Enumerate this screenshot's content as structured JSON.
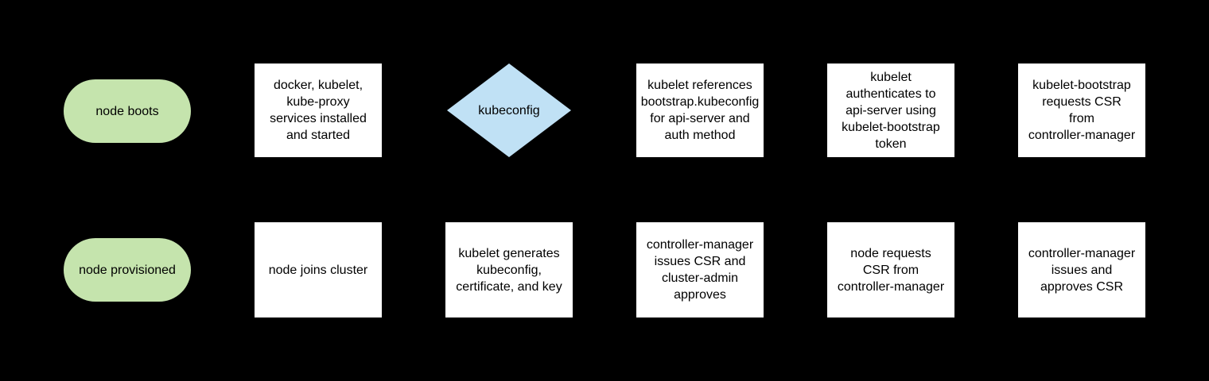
{
  "colors": {
    "background": "#000000",
    "terminator_fill": "#c5e4ad",
    "process_fill": "#ffffff",
    "decision_fill": "#c0e1f5",
    "text": "#000000"
  },
  "nodes": {
    "node_boots": {
      "type": "terminator",
      "label": "node boots"
    },
    "services_installed": {
      "type": "process",
      "label": "docker, kubelet,\nkube-proxy\nservices installed\nand started"
    },
    "kubeconfig_decision": {
      "type": "decision",
      "label": "kubeconfig"
    },
    "kubelet_references": {
      "type": "process",
      "label": "kubelet references\nbootstrap.kubeconfig\nfor api-server and\nauth method"
    },
    "kubelet_authenticates": {
      "type": "process",
      "label": "kubelet\nauthenticates to\napi-server using\nkubelet-bootstrap\ntoken"
    },
    "bootstrap_requests_csr": {
      "type": "process",
      "label": "kubelet-bootstrap\nrequests CSR\nfrom\ncontroller-manager"
    },
    "node_provisioned": {
      "type": "terminator",
      "label": "node provisioned"
    },
    "node_joins_cluster": {
      "type": "process",
      "label": "node joins cluster"
    },
    "kubelet_generates": {
      "type": "process",
      "label": "kubelet generates\nkubeconfig,\ncertificate, and key"
    },
    "cm_issues_csr_admin_approves": {
      "type": "process",
      "label": "controller-manager\nissues CSR and\ncluster-admin\napproves"
    },
    "node_requests_csr": {
      "type": "process",
      "label": "node requests\nCSR from\ncontroller-manager"
    },
    "cm_issues_and_approves_csr": {
      "type": "process",
      "label": "controller-manager\nissues and\napproves CSR"
    }
  }
}
